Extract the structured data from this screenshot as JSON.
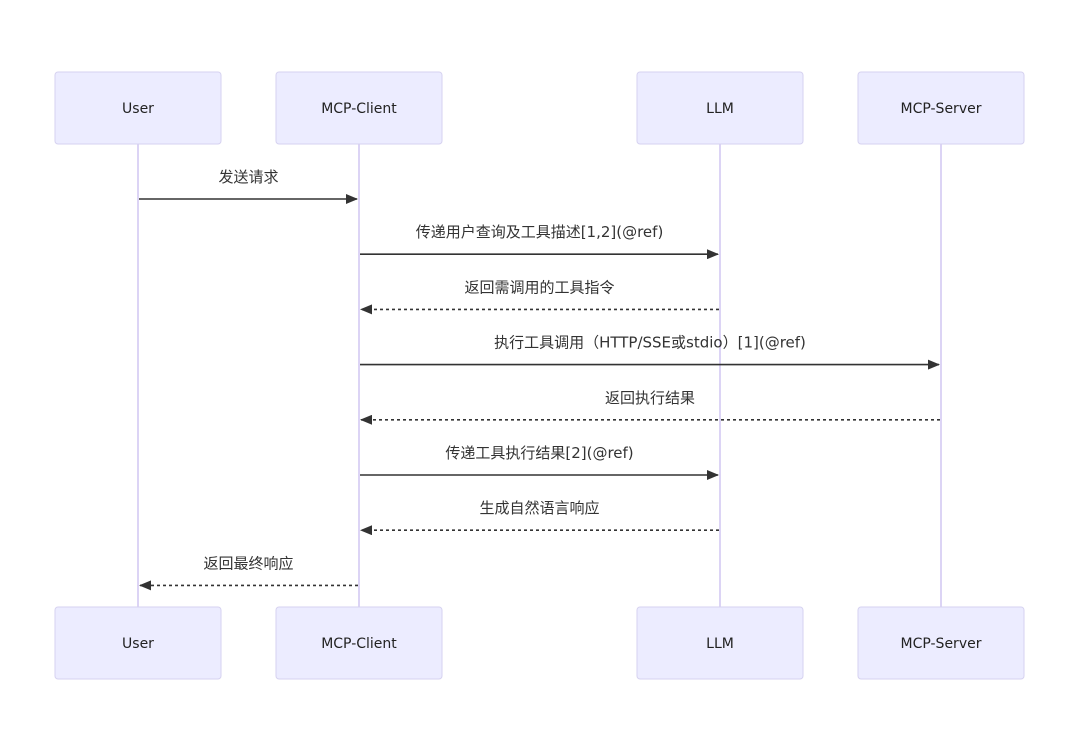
{
  "diagram": {
    "type": "sequence",
    "actors": [
      {
        "id": "user",
        "label": "User"
      },
      {
        "id": "client",
        "label": "MCP-Client"
      },
      {
        "id": "llm",
        "label": "LLM"
      },
      {
        "id": "server",
        "label": "MCP-Server"
      }
    ],
    "messages": [
      {
        "from": "user",
        "to": "client",
        "label": "发送请求",
        "style": "solid"
      },
      {
        "from": "client",
        "to": "llm",
        "label": "传递用户查询及工具描述[1,2](@ref)",
        "style": "solid"
      },
      {
        "from": "llm",
        "to": "client",
        "label": "返回需调用的工具指令",
        "style": "dashed"
      },
      {
        "from": "client",
        "to": "server",
        "label": "执行工具调用（HTTP/SSE或stdio）[1](@ref)",
        "style": "solid"
      },
      {
        "from": "server",
        "to": "client",
        "label": "返回执行结果",
        "style": "dashed"
      },
      {
        "from": "client",
        "to": "llm",
        "label": "传递工具执行结果[2](@ref)",
        "style": "solid"
      },
      {
        "from": "llm",
        "to": "client",
        "label": "生成自然语言响应",
        "style": "dashed"
      },
      {
        "from": "client",
        "to": "user",
        "label": "返回最终响应",
        "style": "dashed"
      }
    ]
  }
}
